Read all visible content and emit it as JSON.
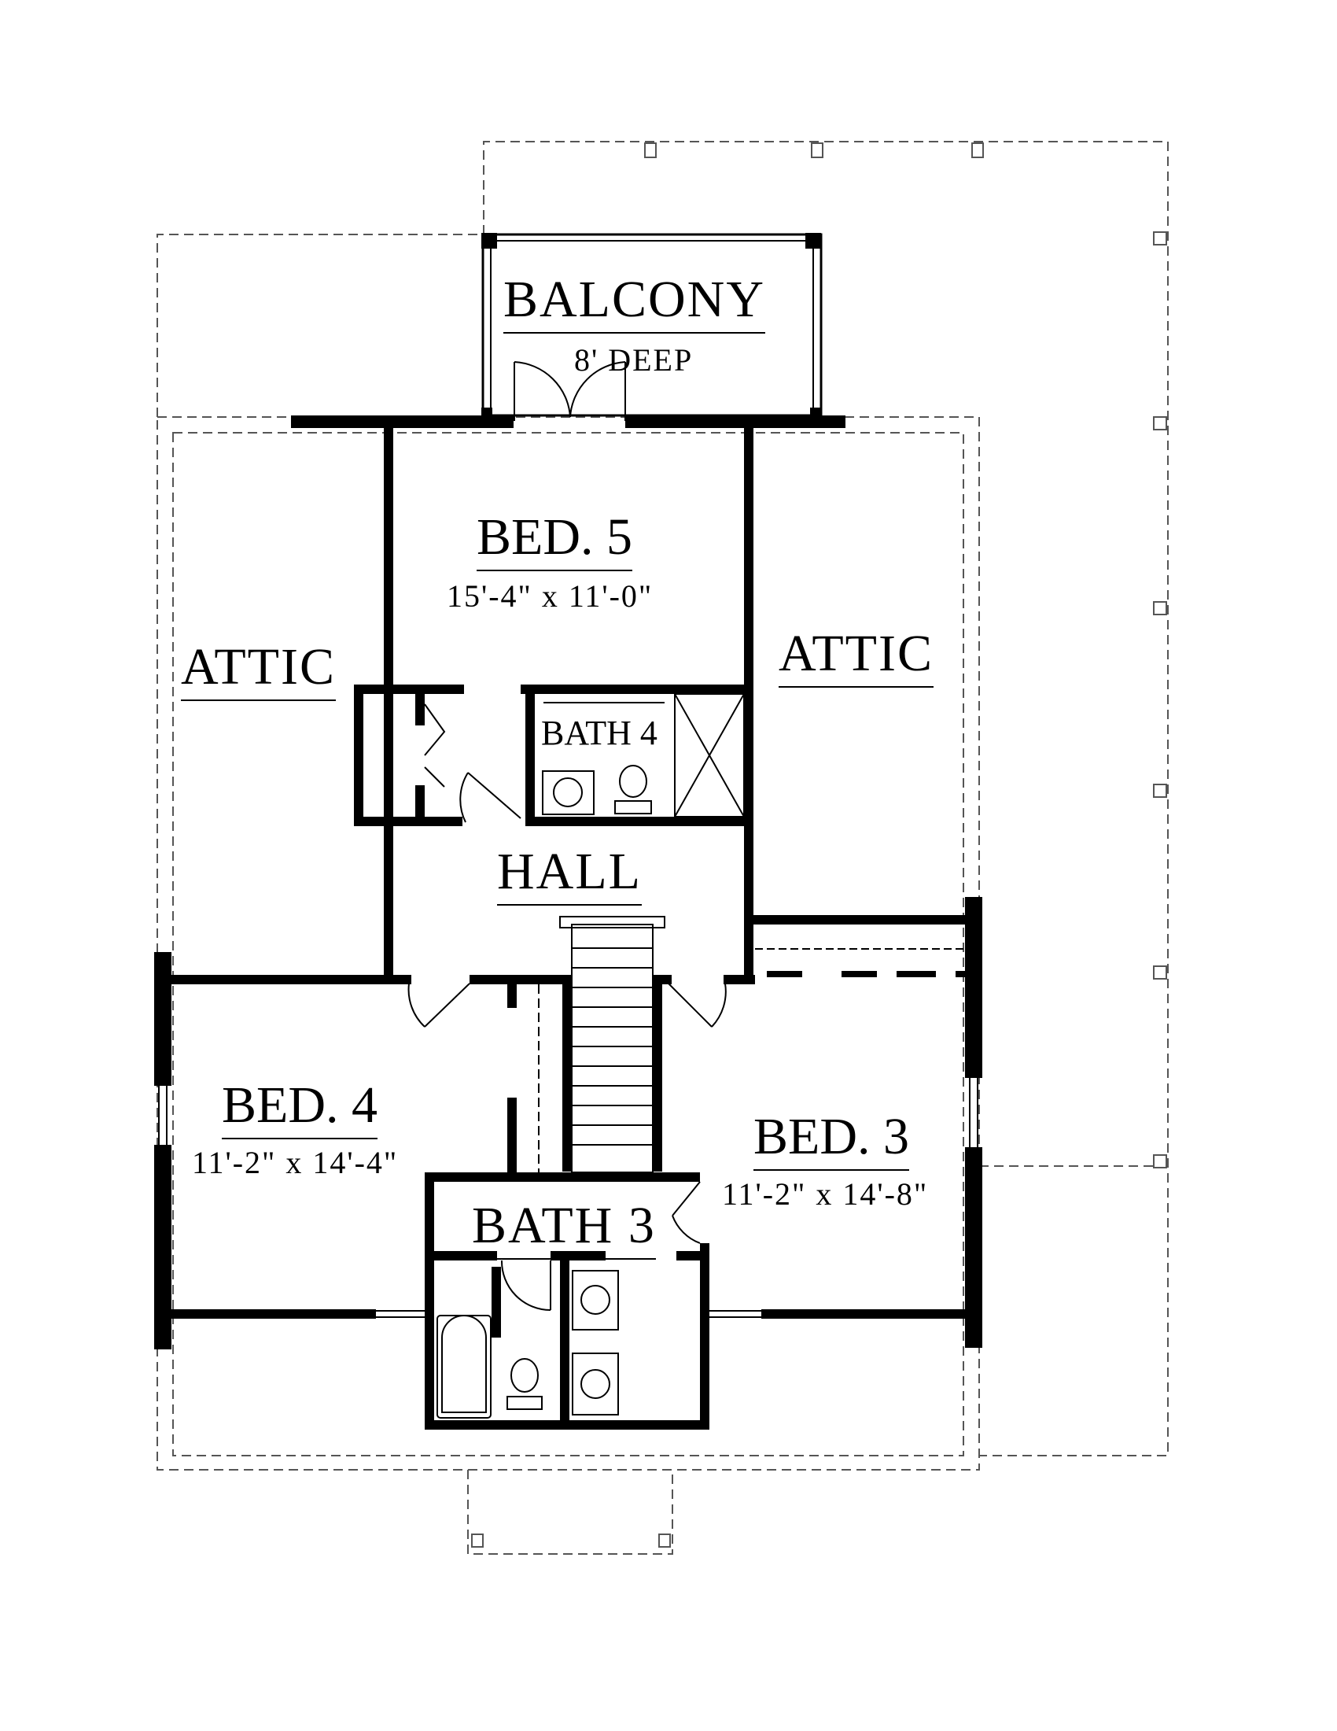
{
  "rooms": {
    "balcony": {
      "name": "BALCONY",
      "note": "8' DEEP"
    },
    "bed5": {
      "name": "BED. 5",
      "dims": "15'-4\" x 11'-0\""
    },
    "attic_left": {
      "name": "ATTIC"
    },
    "attic_right": {
      "name": "ATTIC"
    },
    "bath4": {
      "name": "BATH 4"
    },
    "hall": {
      "name": "HALL"
    },
    "bed4": {
      "name": "BED. 4",
      "dims": "11'-2\" x 14'-4\""
    },
    "bed3": {
      "name": "BED. 3",
      "dims": "11'-2\" x 14'-8\""
    },
    "bath3": {
      "name": "BATH 3"
    }
  },
  "colors": {
    "wall": "#000000",
    "background": "#ffffff",
    "dashed_outline": "#555555"
  }
}
